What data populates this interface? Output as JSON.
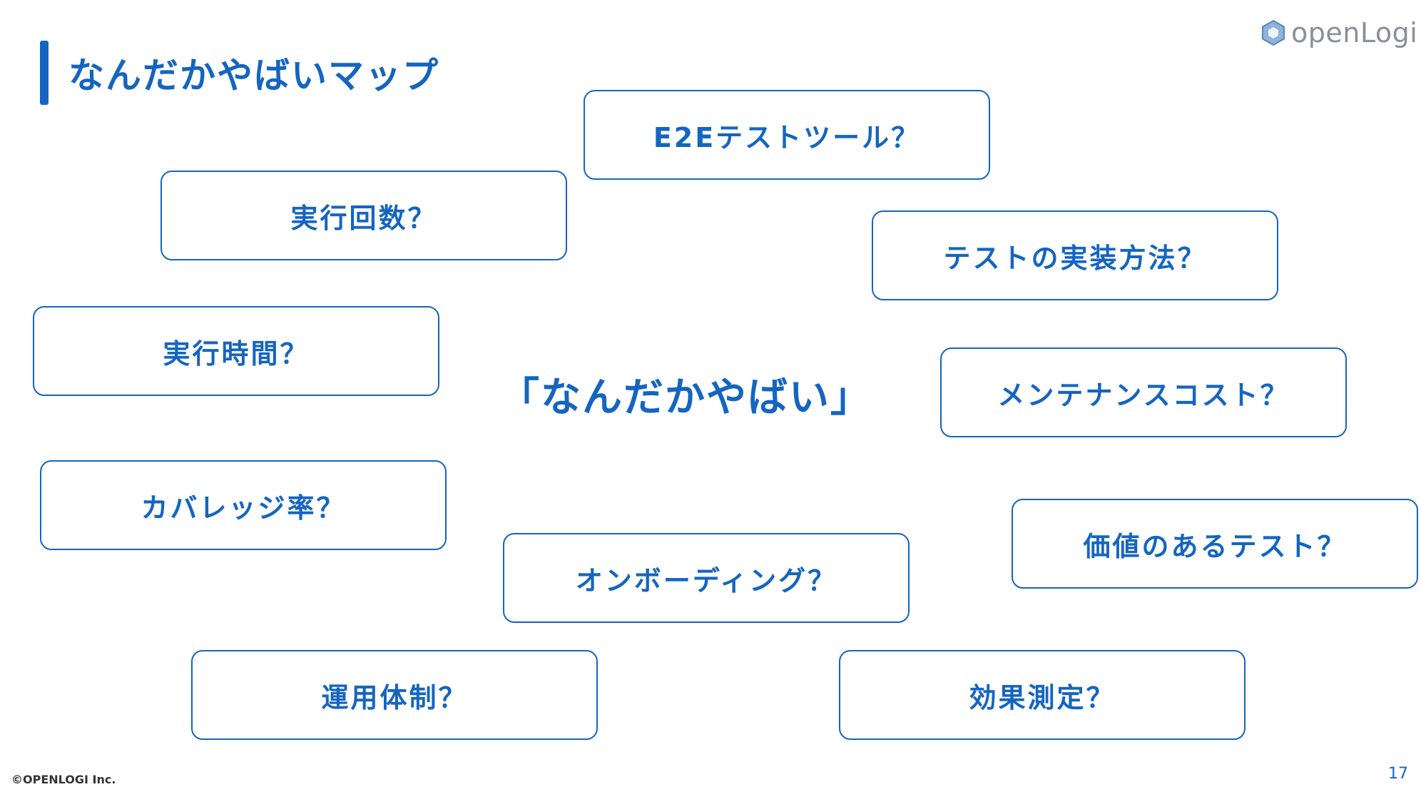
{
  "header": {
    "title": "なんだかやばいマップ"
  },
  "logo": {
    "text": "openLogi",
    "icon": "hexagon-logo-icon"
  },
  "center": {
    "text": "「なんだかやばい」"
  },
  "items": [
    {
      "id": "e2e",
      "label": "E2Eテストツール？"
    },
    {
      "id": "run-count",
      "label": "実行回数？"
    },
    {
      "id": "impl-method",
      "label": "テストの実装方法？"
    },
    {
      "id": "run-time",
      "label": "実行時間？"
    },
    {
      "id": "maintenance-cost",
      "label": "メンテナンスコスト？"
    },
    {
      "id": "coverage",
      "label": "カバレッジ率？"
    },
    {
      "id": "valuable-test",
      "label": "価値のあるテスト？"
    },
    {
      "id": "onboarding",
      "label": "オンボーディング？"
    },
    {
      "id": "ops",
      "label": "運用体制？"
    },
    {
      "id": "effect",
      "label": "効果測定？"
    }
  ],
  "footer": {
    "copyright": "©OPENLOGI Inc.",
    "page_number": "17"
  },
  "colors": {
    "accent": "#1565c0",
    "logo_gray": "#8a8f99"
  }
}
